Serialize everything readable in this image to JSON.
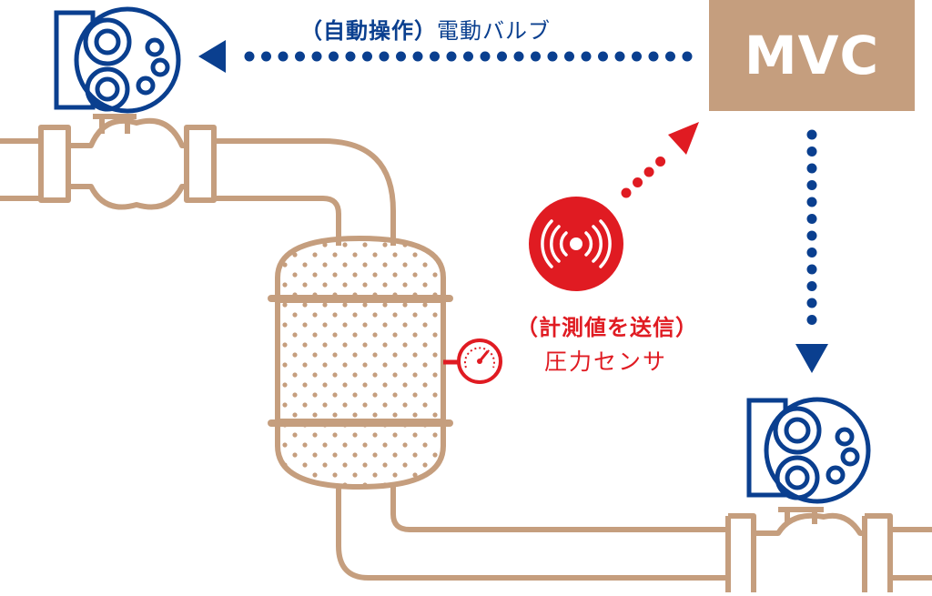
{
  "controller": {
    "label": "MVC"
  },
  "valve_top": {
    "caption_action": "（自動操作）",
    "caption_name": "電動バルブ"
  },
  "pressure_sensor": {
    "caption_action": "（計測値を送信）",
    "caption_name": "圧力センサ"
  },
  "colors": {
    "pipe": "#c59e7e",
    "valve_blue": "#0a3f8f",
    "sensor_red": "#e01b22",
    "controller_bg": "#c59e7e"
  }
}
